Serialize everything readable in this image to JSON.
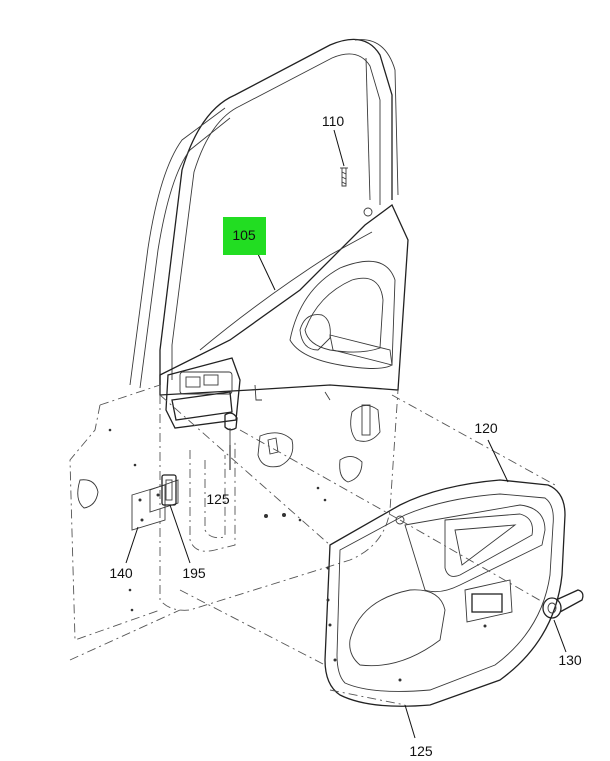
{
  "diagram": {
    "highlight_color": "#22dd22",
    "callouts": [
      {
        "id": "105",
        "label": "105",
        "highlighted": true
      },
      {
        "id": "110",
        "label": "110"
      },
      {
        "id": "120",
        "label": "120"
      },
      {
        "id": "125a",
        "label": "125"
      },
      {
        "id": "125b",
        "label": "125"
      },
      {
        "id": "130",
        "label": "130"
      },
      {
        "id": "140",
        "label": "140"
      },
      {
        "id": "195",
        "label": "195"
      }
    ]
  }
}
